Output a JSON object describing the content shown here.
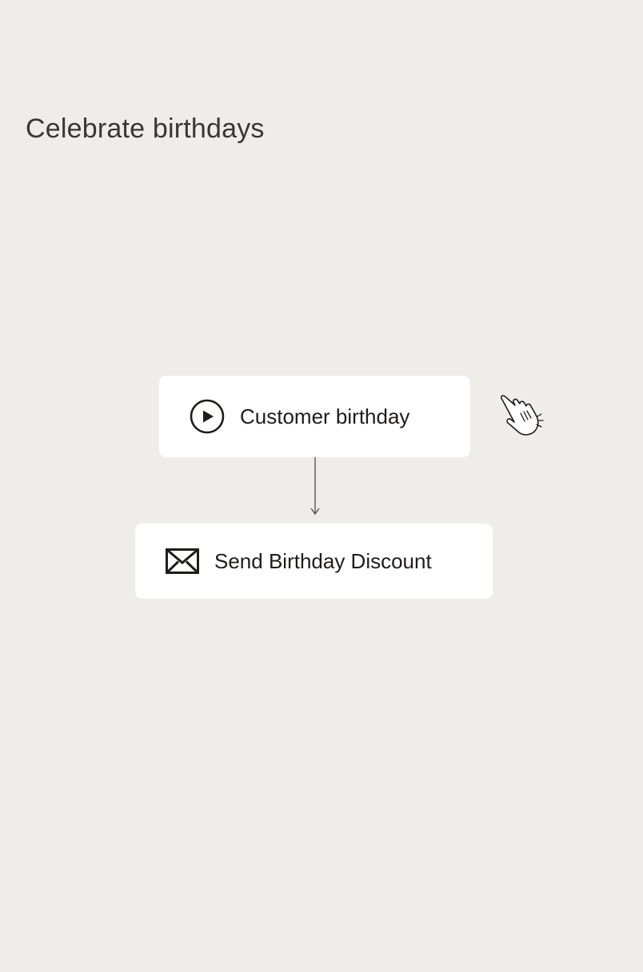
{
  "page": {
    "title": "Celebrate birthdays"
  },
  "flow": {
    "trigger": {
      "label": "Customer birthday",
      "icon": "play-circle-icon"
    },
    "connector": {
      "icon": "arrow-down-icon"
    },
    "action": {
      "label": "Send Birthday Discount",
      "icon": "envelope-icon"
    }
  },
  "pointer": {
    "icon": "hand-pointer-icon"
  },
  "colors": {
    "background": "#efedea",
    "card": "#ffffff",
    "text": "#1f1c1a",
    "title": "#3a3633"
  }
}
